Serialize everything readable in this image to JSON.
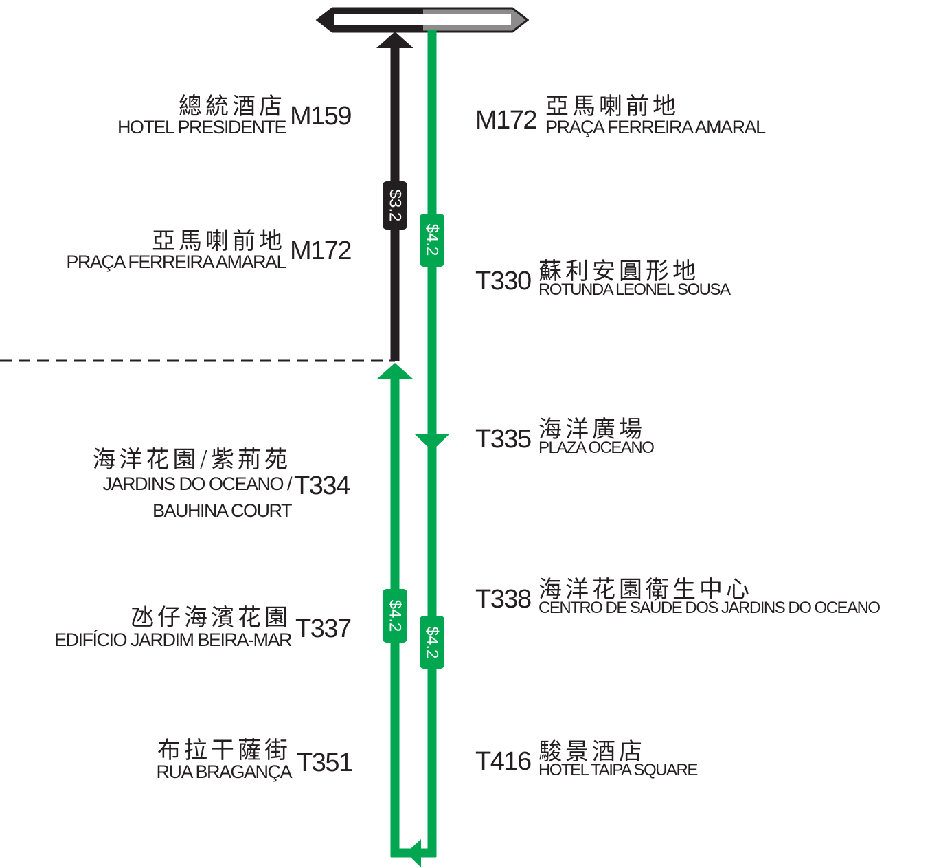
{
  "colors": {
    "black_line": "#231f20",
    "green_line": "#00a650",
    "terminus_grey": "#8c8c8c",
    "text": "#231f20",
    "fare_label_text": "#ffffff"
  },
  "fares": {
    "black": "$3.2",
    "green_left": "$4.2",
    "green_right_upper": "$4.2",
    "green_right_lower": "$4.2"
  },
  "left_stops": [
    {
      "code": "M159",
      "zh": "總統酒店",
      "pt": "HOTEL PRESIDENTE"
    },
    {
      "code": "M172",
      "zh": "亞馬喇前地",
      "pt": "PRAÇA FERREIRA AMARAL"
    },
    {
      "code": "T334",
      "zh": "海洋花園/紫荊苑",
      "pt": "JARDINS DO OCEANO /",
      "pt2": "BAUHINA COURT"
    },
    {
      "code": "T337",
      "zh": "氹仔海濱花園",
      "pt": "EDIFÍCIO JARDIM BEIRA-MAR"
    },
    {
      "code": "T351",
      "zh": "布拉干薩街",
      "pt": "RUA BRAGANÇA"
    }
  ],
  "right_stops": [
    {
      "code": "M172",
      "zh": "亞馬喇前地",
      "pt": "PRAÇA FERREIRA AMARAL"
    },
    {
      "code": "T330",
      "zh": "蘇利安圓形地",
      "pt": "ROTUNDA LEONEL SOUSA"
    },
    {
      "code": "T335",
      "zh": "海洋廣場",
      "pt": "PLAZA OCEANO"
    },
    {
      "code": "T338",
      "zh": "海洋花園衛生中心",
      "pt": "CENTRO DE SAÚDE DOS JARDINS DO OCEANO"
    },
    {
      "code": "T416",
      "zh": "駿景酒店",
      "pt": "HOTEL TAIPA SQUARE"
    }
  ]
}
